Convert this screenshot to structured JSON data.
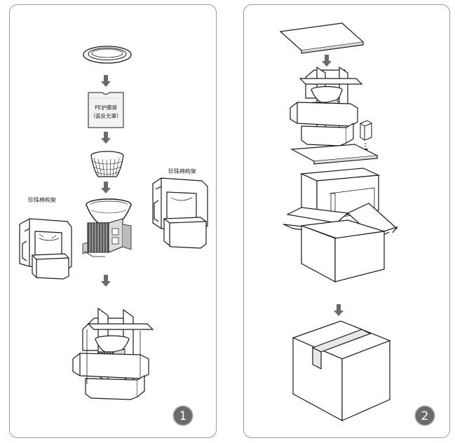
{
  "labels": {
    "frame_left": "珍珠棉构架",
    "frame_right": "珍珠棉构架",
    "bag_line1": "PE护膜袋",
    "bag_line2": "（装反光罩）"
  },
  "steps": [
    "1",
    "2"
  ],
  "colors": {
    "panel_border": "#9a9a9a",
    "arrow": "#6a6a6a",
    "step_badge": "#6b6b6b",
    "line": "#1a1a1a"
  }
}
